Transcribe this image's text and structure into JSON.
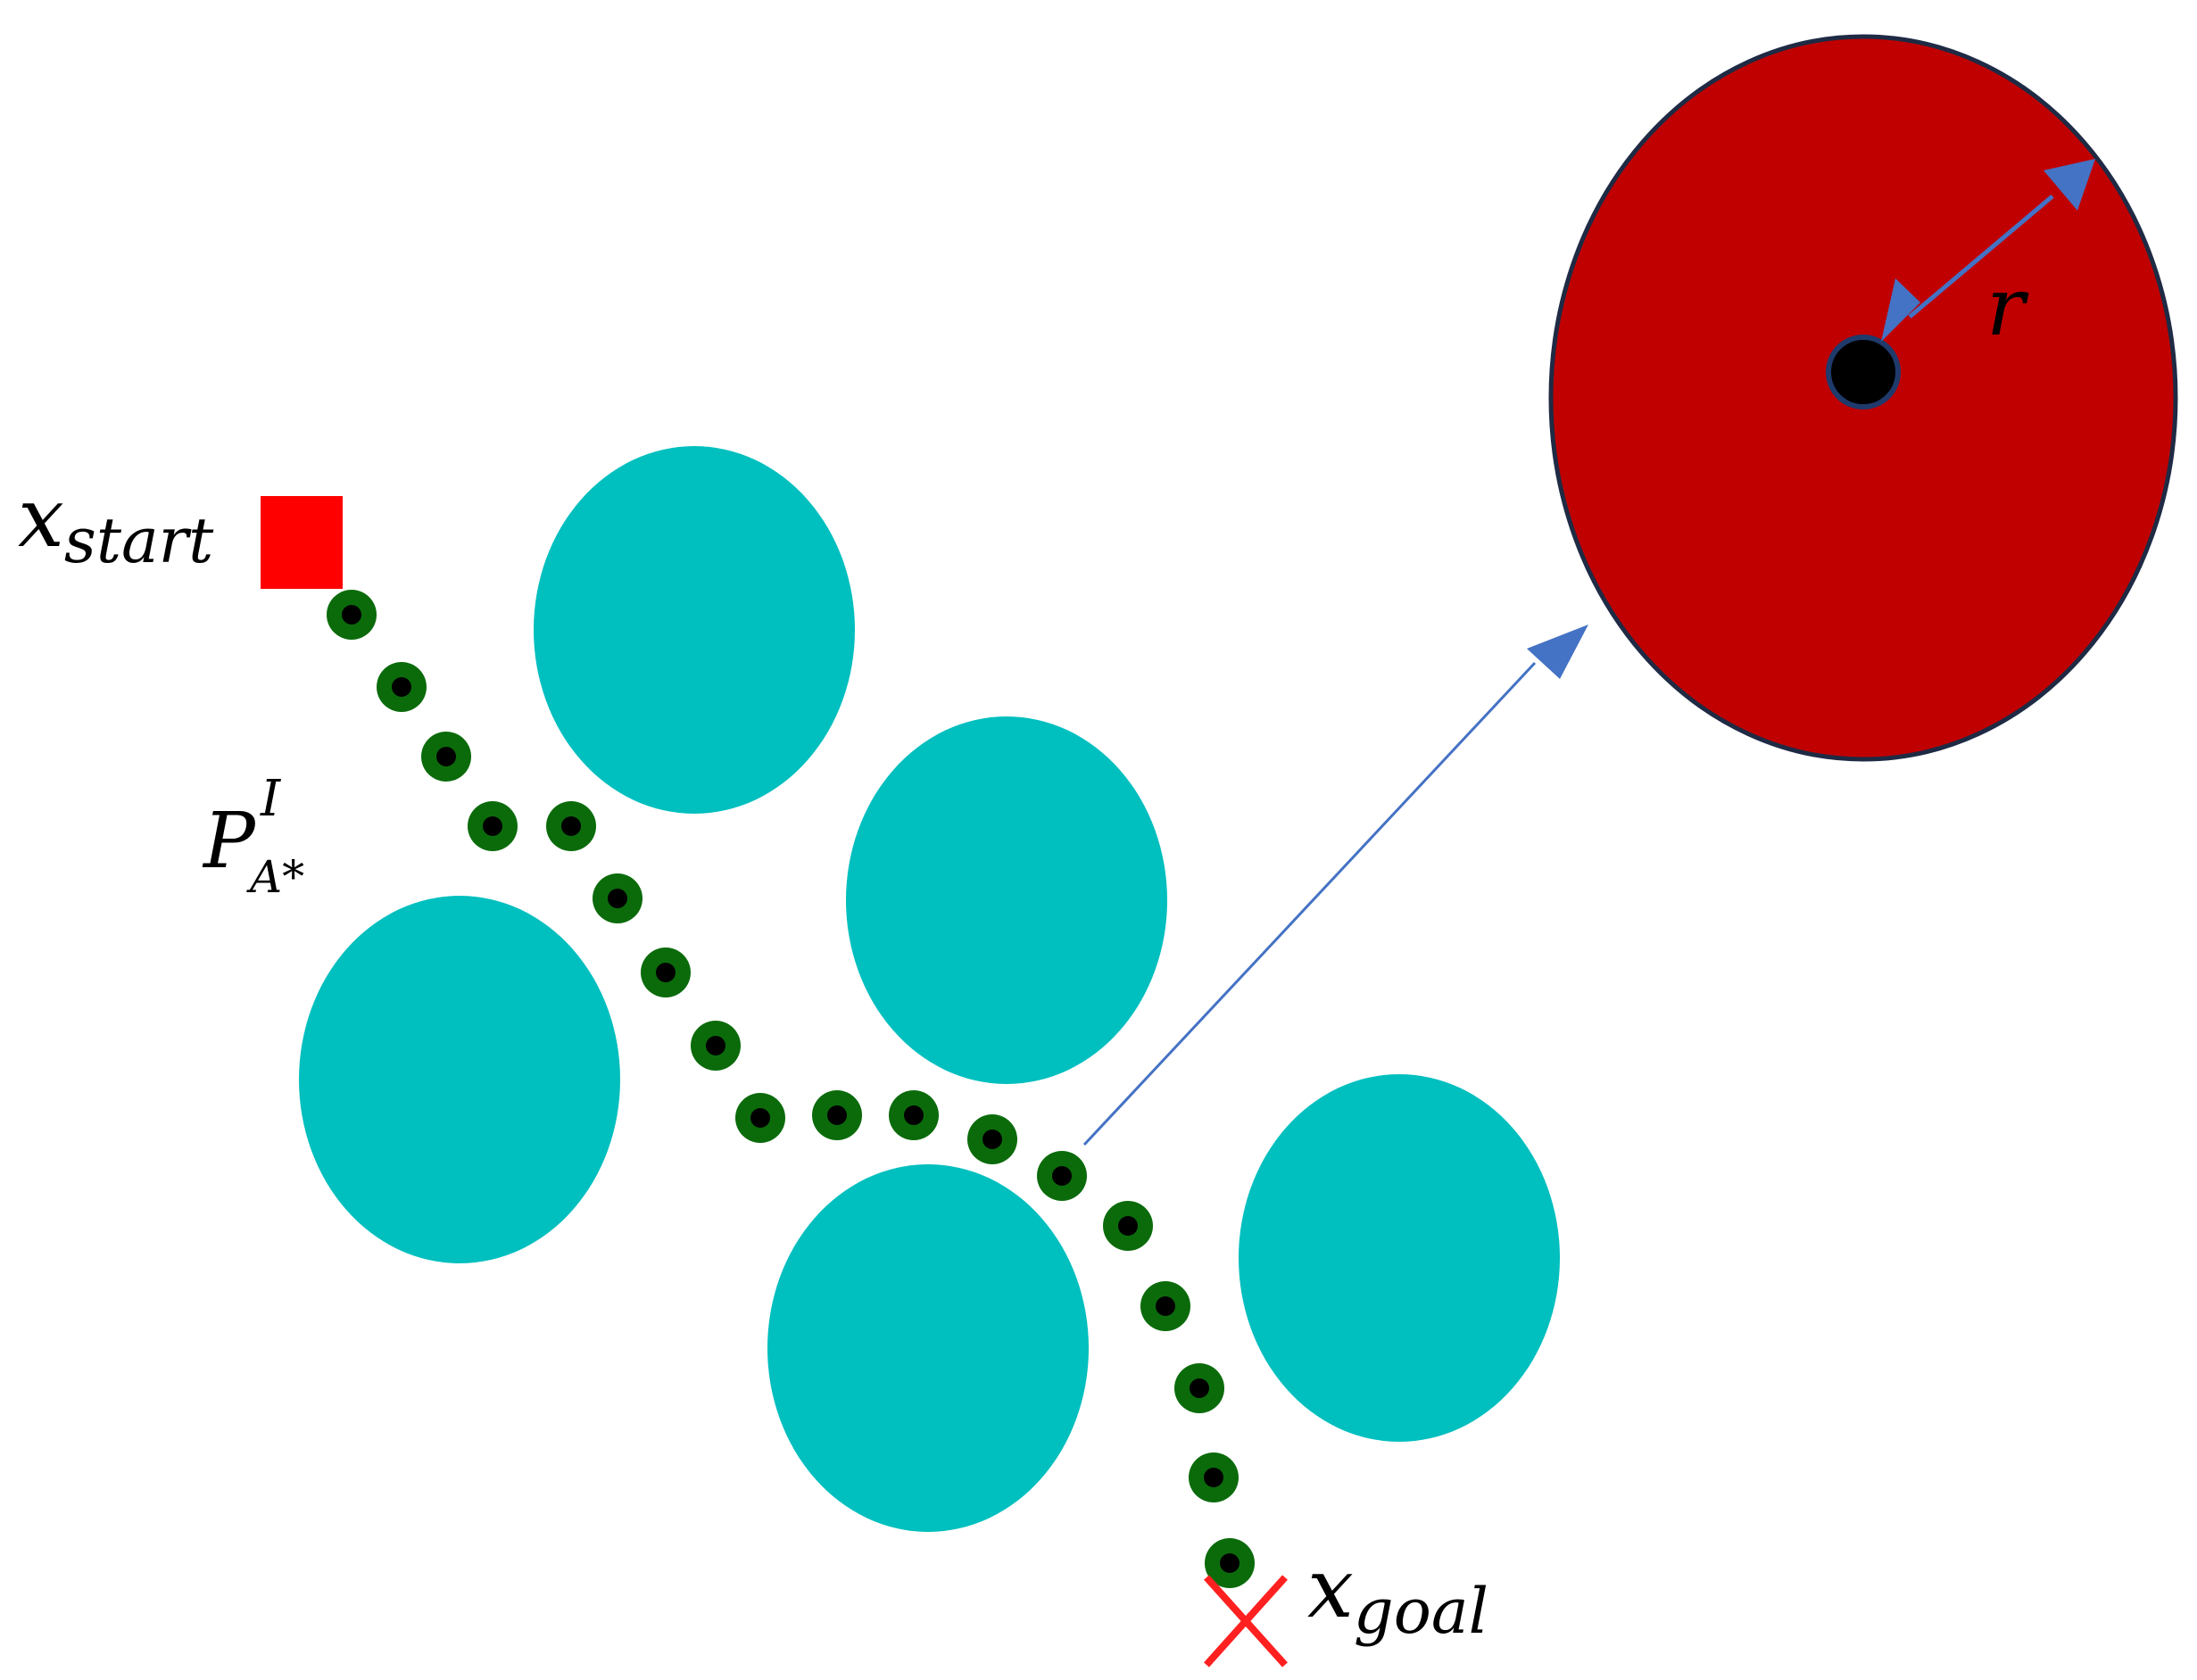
{
  "labels": {
    "start_main": "x",
    "start_sub": "start",
    "goal_main": "x",
    "goal_sub": "goal",
    "path_main": "P",
    "path_sup": "I",
    "path_sub": "A*",
    "radius": "r"
  },
  "colors": {
    "obstacle": "#00BFBF",
    "zoom_circle_fill": "#C00000",
    "zoom_circle_stroke": "#1F2A44",
    "arrow": "#4472C4",
    "start_marker": "#FF0000",
    "goal_marker": "#FF2020",
    "waypoint_ring": "#0B6B0B",
    "waypoint_center": "#000000"
  },
  "icons": {
    "start": "red-square",
    "goal": "red-x",
    "waypoint": "green-ring-dot",
    "center": "black-dot"
  }
}
